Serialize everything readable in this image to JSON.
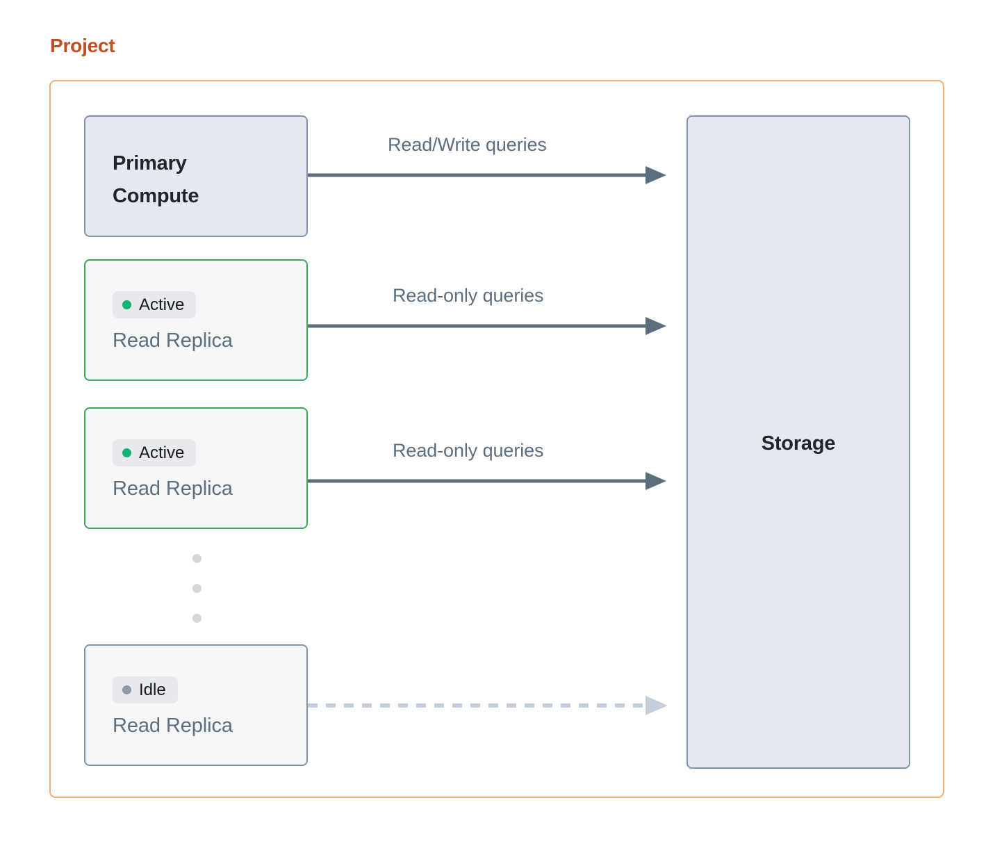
{
  "page": {
    "title": "Project",
    "title_color": "#c04e24",
    "container_border_color": "#eeae74"
  },
  "colors": {
    "compute_fill": "#e5e9ef",
    "compute_border": "#8095ab",
    "replica_fill": "#f6f7f8",
    "active_border": "#3fa45f",
    "idle_border": "#8095ab",
    "badge_fill": "#e7e9ed",
    "active_dot": "#12b272",
    "idle_dot": "#8b99a8",
    "arrow_solid": "#5a6e80",
    "arrow_dashed": "#c5cfdb",
    "label_text": "#5c6f80",
    "heading_text": "#1e252b",
    "ellipsis_dot": "#d5d6d8"
  },
  "nodes": [
    {
      "id": "primary-compute",
      "kind": "primary",
      "title": "Primary\nCompute",
      "title_line1": "Primary",
      "title_line2": "Compute",
      "status": null
    },
    {
      "id": "read-replica-1",
      "kind": "active",
      "title": "Read Replica",
      "status": "Active",
      "status_dot": "green"
    },
    {
      "id": "read-replica-2",
      "kind": "active",
      "title": "Read Replica",
      "status": "Active",
      "status_dot": "green"
    },
    {
      "id": "read-replica-3",
      "kind": "idle",
      "title": "Read Replica",
      "status": "Idle",
      "status_dot": "gray"
    }
  ],
  "storage": {
    "label": "Storage"
  },
  "connections": [
    {
      "id": "conn-primary",
      "label": "Read/Write queries",
      "style": "solid"
    },
    {
      "id": "conn-replica-1",
      "label": "Read-only queries",
      "style": "solid"
    },
    {
      "id": "conn-replica-2",
      "label": "Read-only queries",
      "style": "solid"
    },
    {
      "id": "conn-replica-3",
      "label": "",
      "style": "dashed"
    }
  ],
  "ellipsis": {
    "dot_count": 3,
    "meaning": "more-replicas-indicator"
  }
}
